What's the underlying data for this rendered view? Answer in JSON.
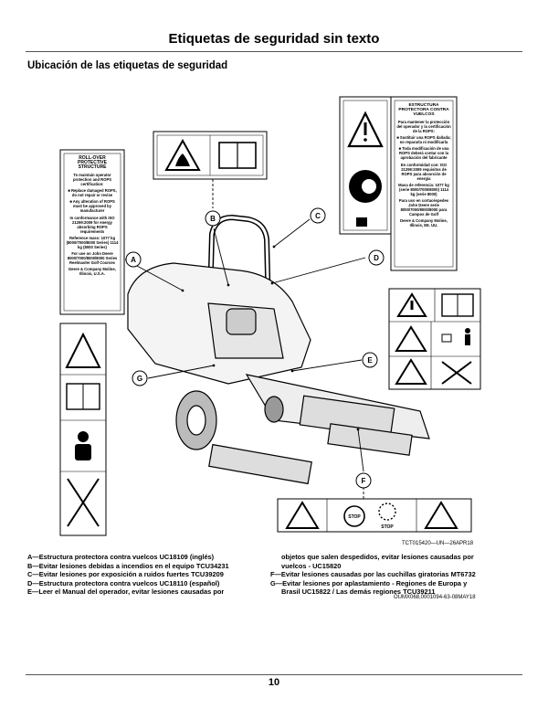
{
  "header": {
    "title": "Etiquetas de seguridad sin texto",
    "subtitle": "Ubicación de las etiquetas de seguridad"
  },
  "callouts": [
    "A",
    "B",
    "C",
    "D",
    "E",
    "F",
    "G"
  ],
  "decal_a": {
    "heading": "ROLL-OVER PROTECTIVE STRUCTURE",
    "lines": [
      "To maintain operator protection and ROPS certification:",
      "■ Replace damaged ROPS, do not repair or revise",
      "■ Any alteration of ROPS must be approved by manufacturer",
      "In conformance with ISO 21299:2009 for energy absorbing ROPS requirements",
      "Reference mass: 1077 kg (8000/7000/8000 Series) 1114 kg (8000 Series)",
      "For use on John Deere 8000/7000/8000/8000 Series Reelmaster Golf Courses",
      "Deere & Company Moline, Illinois, U.S.A."
    ]
  },
  "decal_d": {
    "heading": "ESTRUCTURA PROTECTORA CONTRA VUELCOS",
    "lines": [
      "Para mantener la protección del operador y la certificación de la ROPS:",
      "■ Sustituir una ROPS dañada; no repararla ni modificarla",
      "■ Toda modificación de una ROPS deberá contar con la aprobación del fabricante",
      "En conformidad con: ISO 21299:2009 requisitos de ROPS para absorción de energía",
      "Masa de referencia: 1077 kg (serie 8000/7000/8000) 1114 kg (serie 8000)",
      "Para uso en cortacéspedes John Deere serie 8000/7000/8000/8000 para Campos de Golf",
      "Deere & Company Moline, Illinois, EE. UU."
    ]
  },
  "decal_f": {
    "stop_label_1": "STOP",
    "stop_label_2": "STOP"
  },
  "figure_id": "TCT015420—UN—26APR18",
  "captions_left": [
    "A—Estructura protectora contra vuelcos UC18109 (inglés)",
    "B—Evitar lesiones debidas a incendios en el equipo TCU34231",
    "C—Evitar lesiones por exposición a ruidos fuertes TCU39209",
    "D—Estructura protectora contra vuelcos UC18110 (español)",
    "E—Leer el Manual del operador, evitar lesiones causadas por"
  ],
  "captions_right": [
    "objetos que salen despedidos, evitar lesiones causadas por",
    "vuelcos - UC15820",
    "F—Evitar lesiones causadas por las cuchillas giratorias MT6732",
    "G—Evitar lesiones por aplastamiento - Regiones de Europa y",
    "Brasil UC15822 / Las demás regiones TCU39211"
  ],
  "doc_code": "OUMX068,0001094-63-08MAY18",
  "footer": {
    "page_number": "10"
  }
}
